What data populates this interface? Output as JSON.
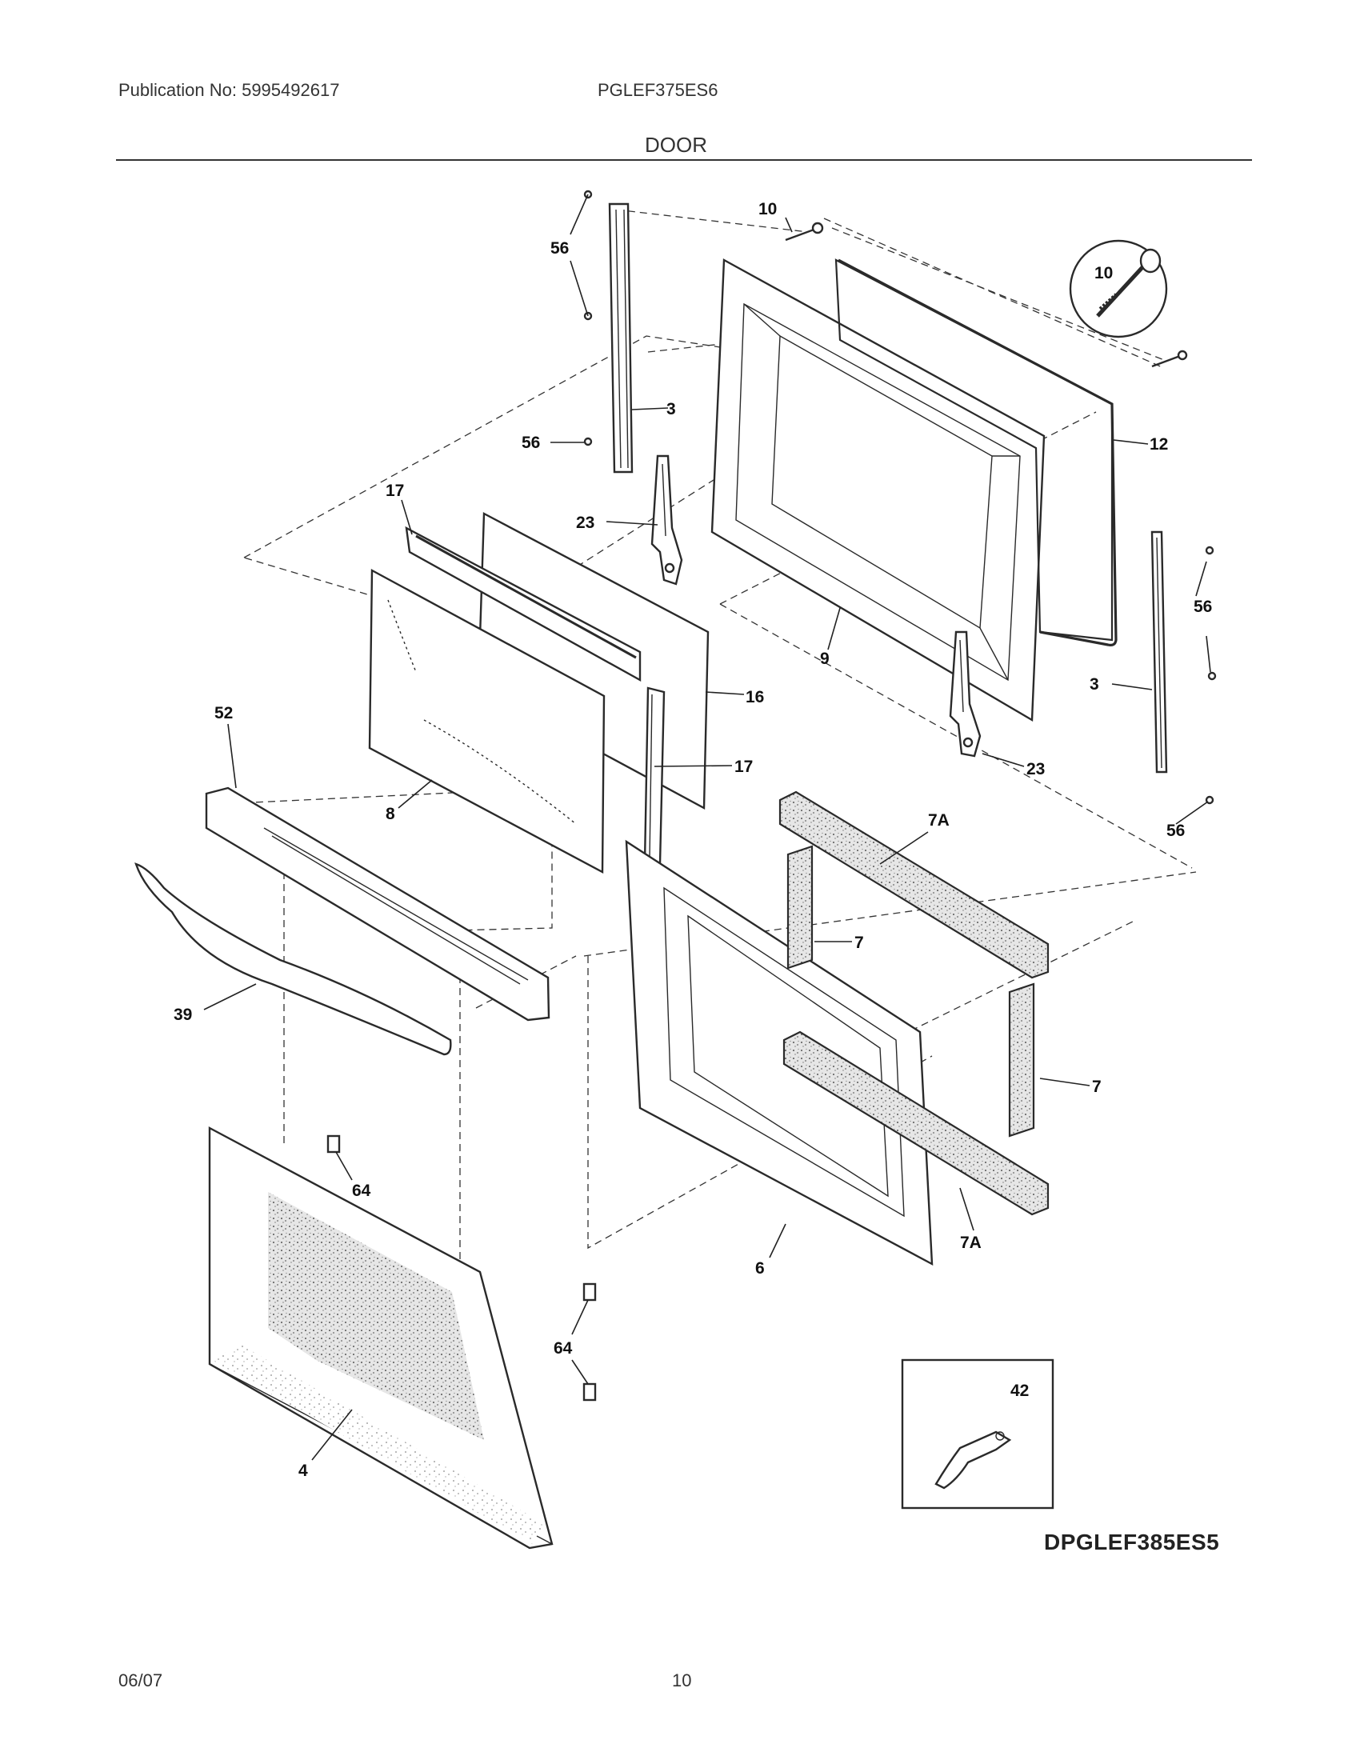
{
  "header": {
    "publication": "Publication No: 5995492617",
    "model": "PGLEF375ES6",
    "section": "DOOR"
  },
  "callouts": {
    "c56a": "56",
    "c10a": "10",
    "c10b": "10",
    "c3a": "3",
    "c56b": "56",
    "c12": "12",
    "c17a": "17",
    "c23a": "23",
    "c56c": "56",
    "c9": "9",
    "c3b": "3",
    "c16": "16",
    "c52": "52",
    "c17b": "17",
    "c23b": "23",
    "c8": "8",
    "c7a1": "7A",
    "c56d": "56",
    "c7a": "7",
    "c39": "39",
    "c7b": "7",
    "c64a": "64",
    "c7a2": "7A",
    "c6": "6",
    "c64b": "64",
    "c42": "42",
    "c4": "4"
  },
  "diagram_ref": "DPGLEF385ES5",
  "footer": {
    "date": "06/07",
    "page": "10"
  }
}
